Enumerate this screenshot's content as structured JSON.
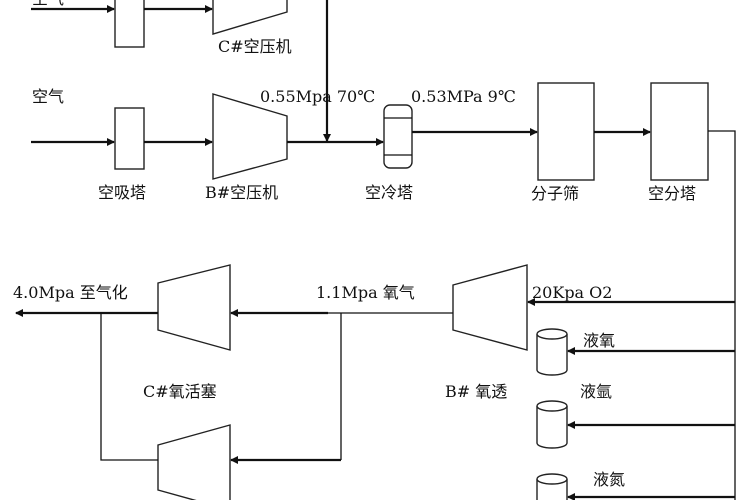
{
  "labels": {
    "air_top": "空气",
    "c_air_compressor": "C#空压机",
    "air": "空气",
    "air_absorber": "空吸塔",
    "b_air_compressor": "B#空压机",
    "p1": "0.55Mpa 70℃",
    "air_cooler": "空冷塔",
    "p2": "0.53MPa 9℃",
    "molecular_sieve": "分子筛",
    "air_separation_tower": "空分塔",
    "to_gasification": "4.0Mpa 至气化",
    "oxygen_mid": "1.1Mpa 氧气",
    "o2_low": "20Kpa O2",
    "c_oxygen_piston": "C#氧活塞",
    "b_oxygen_turbo": "B# 氧透",
    "liquid_oxygen": "液氧",
    "liquid_argon": "液氩",
    "liquid_nitrogen": "液氮"
  }
}
